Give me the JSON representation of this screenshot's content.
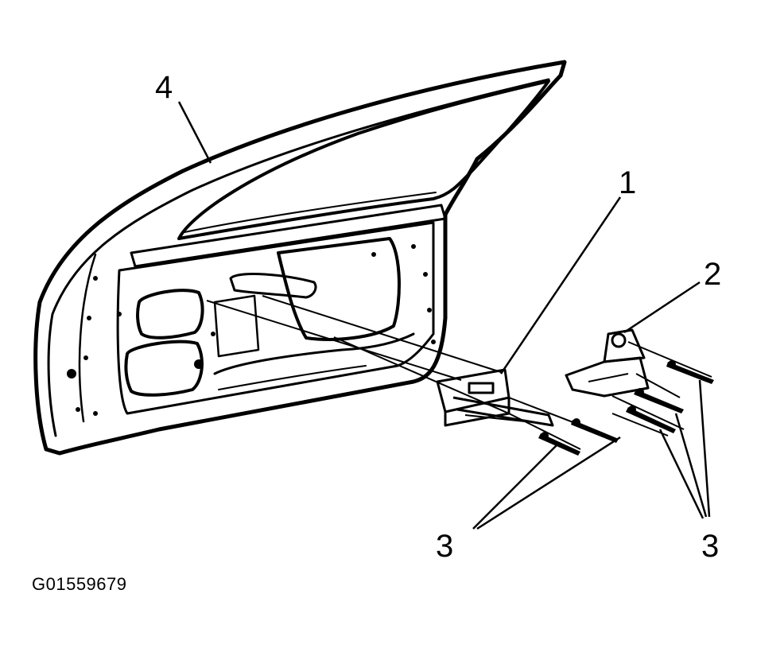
{
  "diagram": {
    "callouts": {
      "hinge_upper": "1",
      "hinge_lower": "2",
      "bolts_upper": "3",
      "bolts_lower": "3",
      "door": "4"
    },
    "figure_id": "G01559679",
    "colors": {
      "ink": "#000000",
      "paper": "#ffffff"
    }
  }
}
